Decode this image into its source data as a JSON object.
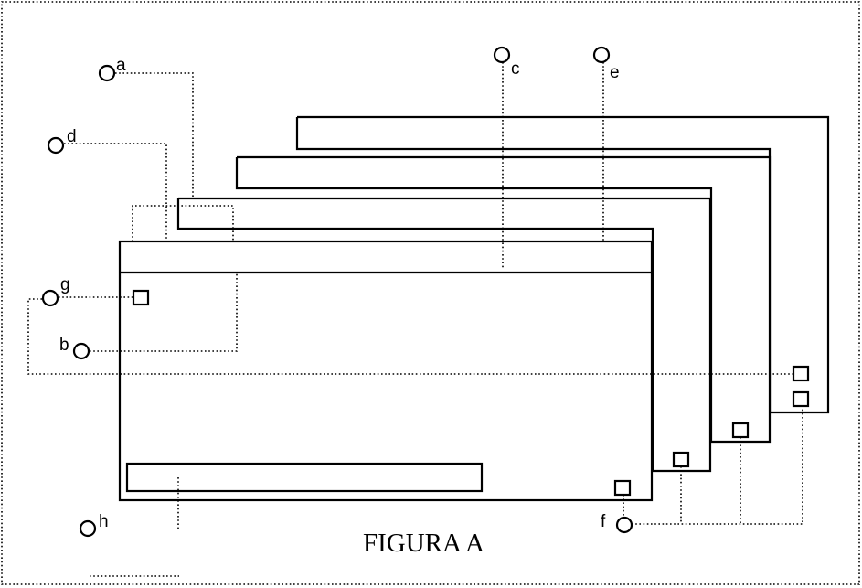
{
  "figure": {
    "caption": "FIGURA A",
    "callouts": [
      {
        "id": "a",
        "label": "a"
      },
      {
        "id": "b",
        "label": "b"
      },
      {
        "id": "c",
        "label": "c"
      },
      {
        "id": "d",
        "label": "d"
      },
      {
        "id": "e",
        "label": "e"
      },
      {
        "id": "f",
        "label": "f"
      },
      {
        "id": "g",
        "label": "g"
      },
      {
        "id": "h",
        "label": "h"
      }
    ]
  }
}
